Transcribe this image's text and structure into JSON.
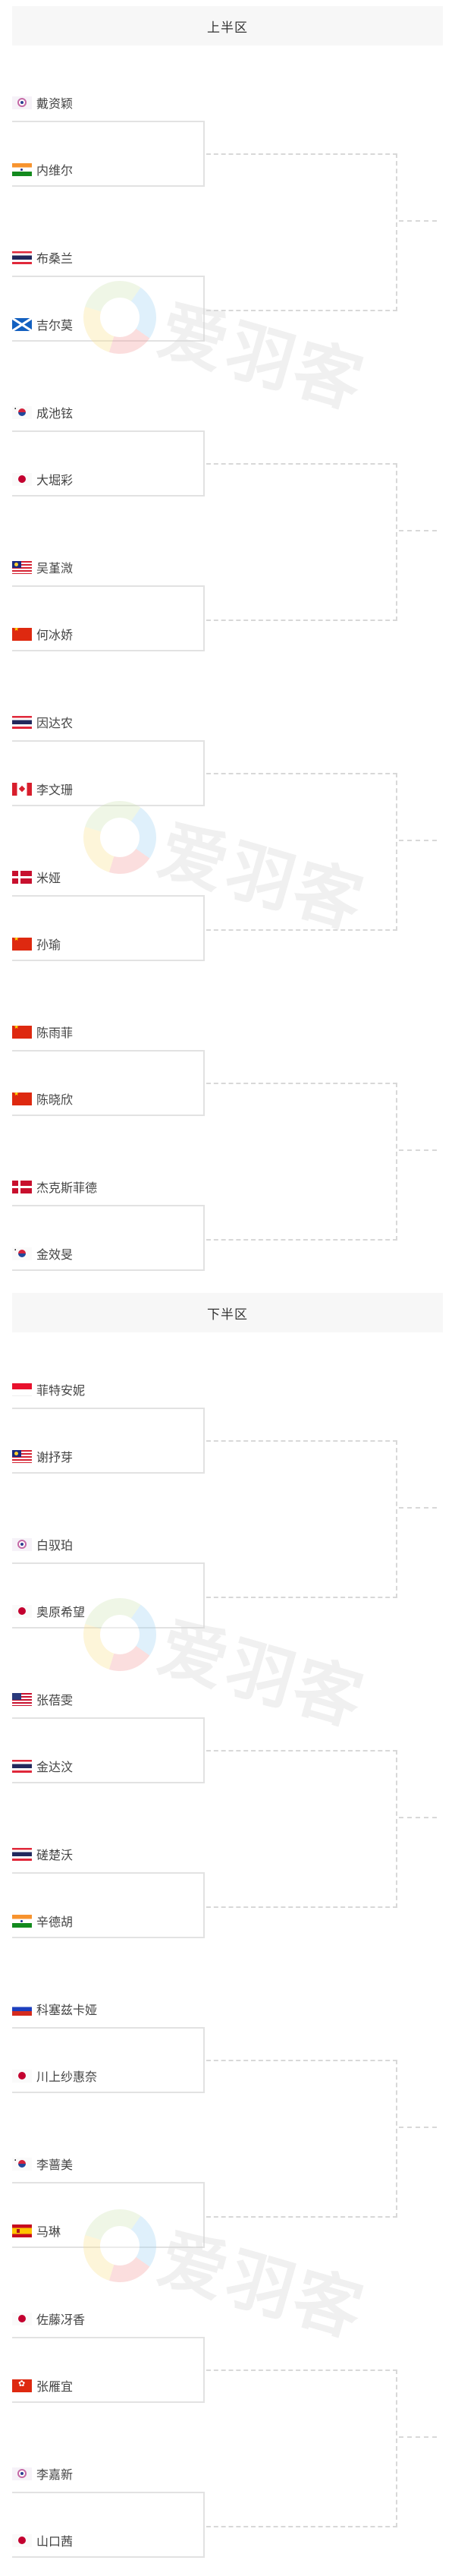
{
  "halves": [
    {
      "title": "上半区",
      "matches": [
        {
          "p1": {
            "name": "戴资颖",
            "flag": "tpe",
            "country": "Chinese Taipei"
          },
          "p2": {
            "name": "内维尔",
            "flag": "ind",
            "country": "India"
          }
        },
        {
          "p1": {
            "name": "布桑兰",
            "flag": "tha",
            "country": "Thailand"
          },
          "p2": {
            "name": "吉尔莫",
            "flag": "sco",
            "country": "Scotland"
          }
        },
        {
          "p1": {
            "name": "成池铉",
            "flag": "kor",
            "country": "Korea"
          },
          "p2": {
            "name": "大堀彩",
            "flag": "jpn",
            "country": "Japan"
          }
        },
        {
          "p1": {
            "name": "吴堇溦",
            "flag": "mas",
            "country": "Malaysia"
          },
          "p2": {
            "name": "何冰娇",
            "flag": "chn",
            "country": "China"
          }
        },
        {
          "p1": {
            "name": "因达农",
            "flag": "tha",
            "country": "Thailand"
          },
          "p2": {
            "name": "李文珊",
            "flag": "can",
            "country": "Canada"
          }
        },
        {
          "p1": {
            "name": "米娅",
            "flag": "den",
            "country": "Denmark"
          },
          "p2": {
            "name": "孙瑜",
            "flag": "chn",
            "country": "China"
          }
        },
        {
          "p1": {
            "name": "陈雨菲",
            "flag": "chn",
            "country": "China"
          },
          "p2": {
            "name": "陈晓欣",
            "flag": "chn",
            "country": "China"
          }
        },
        {
          "p1": {
            "name": "杰克斯菲德",
            "flag": "den",
            "country": "Denmark"
          },
          "p2": {
            "name": "金效旻",
            "flag": "kor",
            "country": "Korea"
          }
        }
      ]
    },
    {
      "title": "下半区",
      "matches": [
        {
          "p1": {
            "name": "菲特安妮",
            "flag": "ina",
            "country": "Indonesia"
          },
          "p2": {
            "name": "谢抒芽",
            "flag": "mas",
            "country": "Malaysia"
          }
        },
        {
          "p1": {
            "name": "白驭珀",
            "flag": "tpe",
            "country": "Chinese Taipei"
          },
          "p2": {
            "name": "奥原希望",
            "flag": "jpn",
            "country": "Japan"
          }
        },
        {
          "p1": {
            "name": "张蓓雯",
            "flag": "usa",
            "country": "USA"
          },
          "p2": {
            "name": "金达汶",
            "flag": "tha",
            "country": "Thailand"
          }
        },
        {
          "p1": {
            "name": "磋楚沃",
            "flag": "tha",
            "country": "Thailand"
          },
          "p2": {
            "name": "辛德胡",
            "flag": "ind",
            "country": "India"
          }
        },
        {
          "p1": {
            "name": "科塞兹卡娅",
            "flag": "rus",
            "country": "Russia"
          },
          "p2": {
            "name": "川上纱惠奈",
            "flag": "jpn",
            "country": "Japan"
          }
        },
        {
          "p1": {
            "name": "李蔷美",
            "flag": "kor",
            "country": "Korea"
          },
          "p2": {
            "name": "马琳",
            "flag": "esp",
            "country": "Spain"
          }
        },
        {
          "p1": {
            "name": "佐藤冴香",
            "flag": "jpn",
            "country": "Japan"
          },
          "p2": {
            "name": "张雁宜",
            "flag": "hkg",
            "country": "Hong Kong"
          }
        },
        {
          "p1": {
            "name": "李嘉新",
            "flag": "tpe",
            "country": "Chinese Taipei"
          },
          "p2": {
            "name": "山口茜",
            "flag": "jpn",
            "country": "Japan"
          }
        }
      ]
    }
  ],
  "watermark": {
    "text": "爱羽客"
  },
  "colors": {
    "header_bg": "#f7f7f7",
    "box_line": "#e2e2e2",
    "dashed_line": "#d8d8d8",
    "text": "#444444"
  }
}
